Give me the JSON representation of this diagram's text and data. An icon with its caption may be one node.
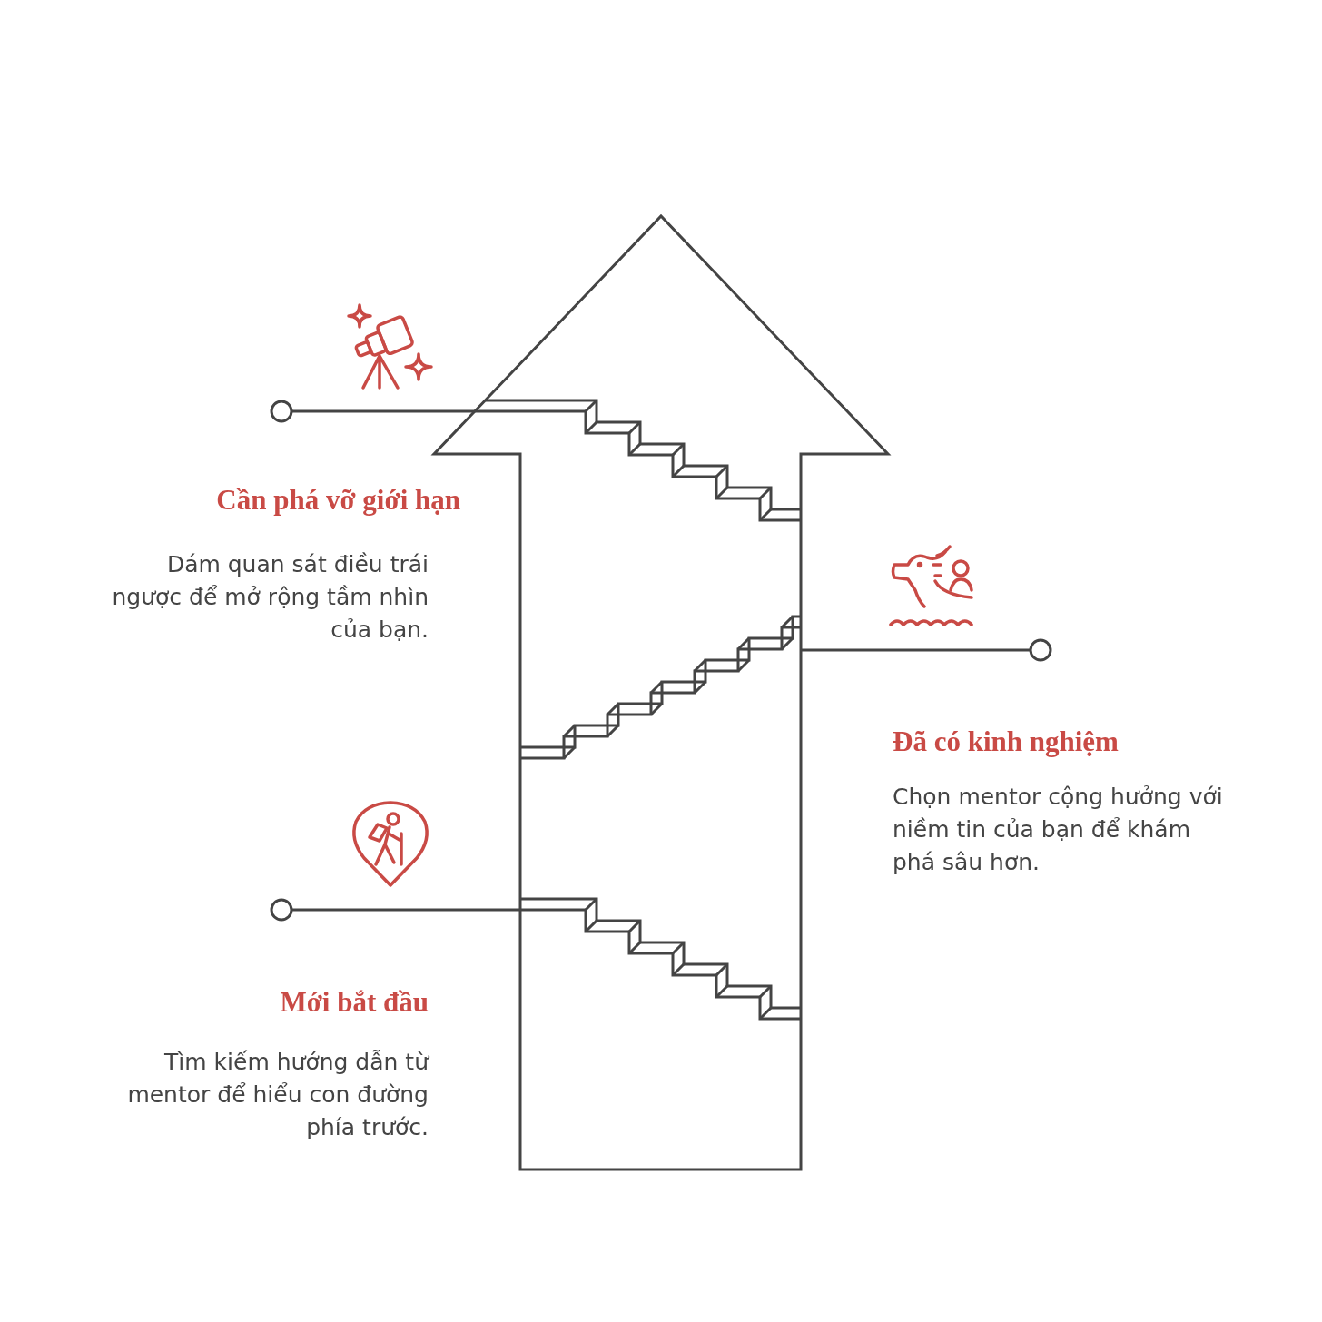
{
  "diagram": {
    "nodes": [
      {
        "text": [],
        "shape": "arrow"
      },
      {
        "text": [],
        "shape": "stairs",
        "in": 0
      },
      {
        "text": [],
        "shape": "stairs",
        "in": 0
      },
      {
        "text": [],
        "shape": "stairs",
        "in": 0
      }
    ],
    "edges": [
      {
        "from": null,
        "to": 1,
        "arrow": "other"
      },
      {
        "from": null,
        "to": 2,
        "arrow": "other"
      },
      {
        "from": null,
        "to": 3,
        "arrow": "other"
      }
    ],
    "labels": [
      "Cần phá vỡ giới hạn",
      "Dám quan sát điều trái ngược để mở rộng tầm nhìn của bạn.",
      "Đã có kinh nghiệm",
      "Chọn mentor cộng hưởng với niềm tin của bạn để khám phá sâu hơn.",
      "Mới bắt đầu",
      "Tìm kiếm hướng dẫn từ mentor để hiểu con đường phía trước."
    ]
  }
}
